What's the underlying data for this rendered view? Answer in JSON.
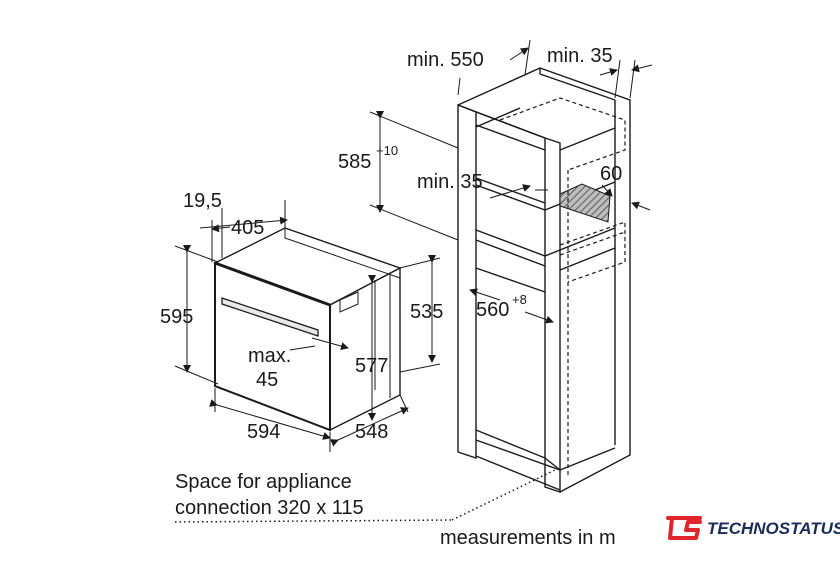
{
  "dimensions": {
    "min_550": "min. 550",
    "min_35_top": "min. 35",
    "d585": "585",
    "d585_tol": "+10",
    "min_35_mid": "min. 35",
    "d60": "60",
    "d19_5": "19,5",
    "d405": "405",
    "d595": "595",
    "d535": "535",
    "max_label": "max.",
    "max_value": "45",
    "d577": "577",
    "d560": "560",
    "d560_tol": "+8",
    "d594": "594",
    "d548": "548"
  },
  "notes": {
    "connection_line1": "Space for appliance",
    "connection_line2": "connection 320 x 115",
    "measurements": "measurements in m"
  },
  "brand": {
    "name": "TECHNOSTATUS",
    "color_red": "#e0262b",
    "color_blue": "#1b2a5c"
  }
}
